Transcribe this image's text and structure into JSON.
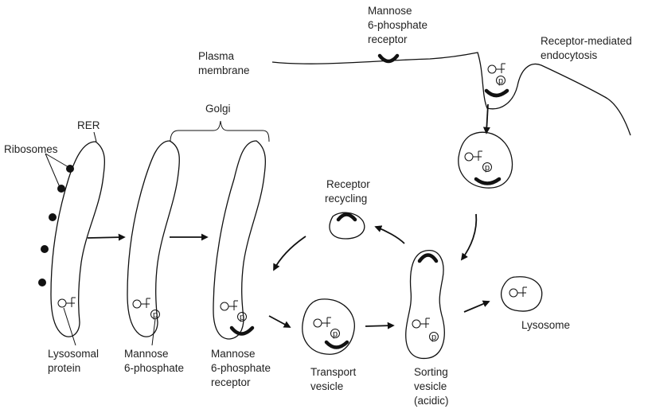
{
  "labels": {
    "mpr_top": [
      "Mannose",
      "6-phosphate",
      "receptor"
    ],
    "plasma_membrane": [
      "Plasma",
      "membrane"
    ],
    "receptor_mediated": [
      "Receptor-mediated",
      "endocytosis"
    ],
    "golgi": "Golgi",
    "rer": "RER",
    "ribosomes": "Ribosomes",
    "receptor_recycling": [
      "Receptor",
      "recycling"
    ],
    "lysosome": "Lysosome",
    "lysosomal_protein": [
      "Lysosomal",
      "protein"
    ],
    "mannose_6_phosphate": [
      "Mannose",
      "6-phosphate"
    ],
    "mpr_bottom": [
      "Mannose",
      "6-phosphate",
      "receptor"
    ],
    "transport_vesicle": [
      "Transport",
      "vesicle"
    ],
    "sorting_vesicle": [
      "Sorting",
      "vesicle",
      "(acidic)"
    ],
    "phosphate_symbol": "p"
  }
}
